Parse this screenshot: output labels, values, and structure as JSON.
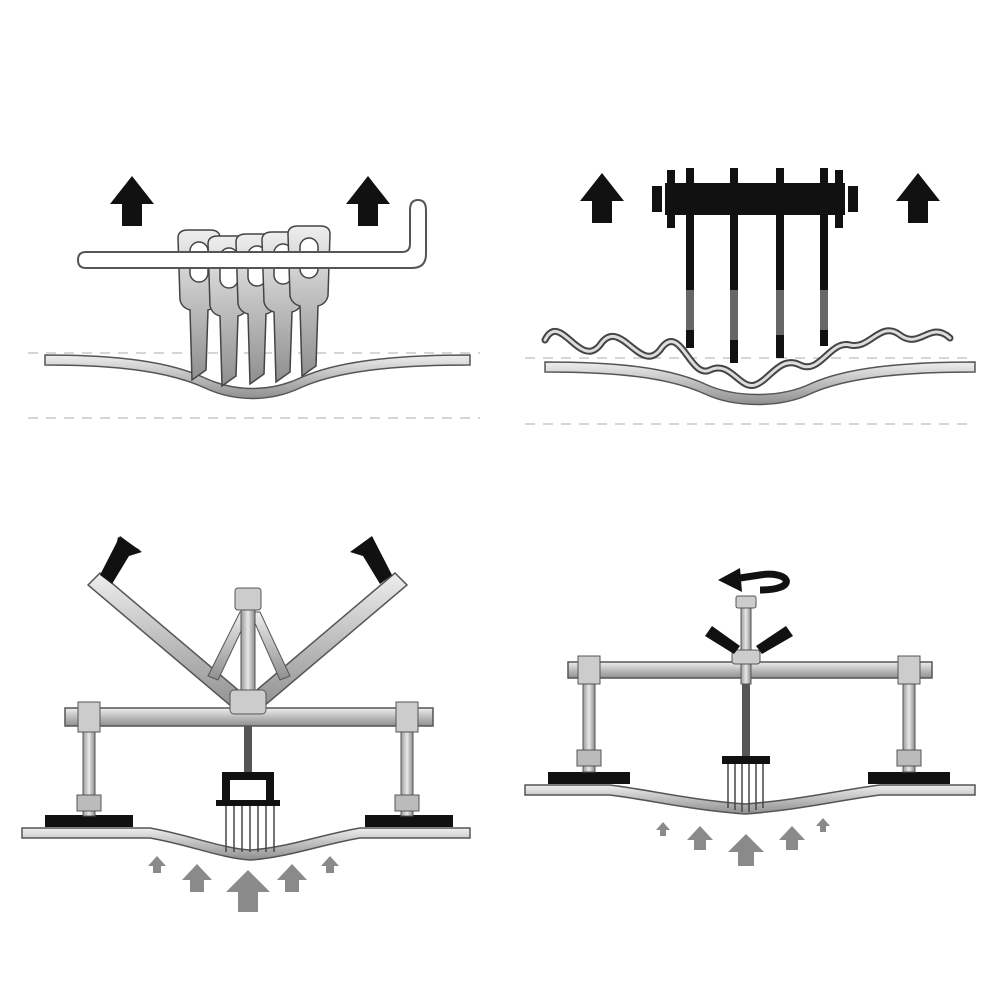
{
  "panels": [
    {
      "id": "hook-bar-puller",
      "tool": "slide-hammer-tabs-on-bar",
      "pull_direction": "up"
    },
    {
      "id": "glue-tab-bridge",
      "tool": "multi-tab-bridge-puller",
      "pull_direction": "up"
    },
    {
      "id": "lever-bridge-lifter",
      "tool": "lever-arm-bridge-lifter",
      "pull_direction": "up-outward"
    },
    {
      "id": "screw-bridge-lifter",
      "tool": "screw-knob-bridge-lifter",
      "pull_direction": "rotate-to-lift"
    }
  ],
  "colors": {
    "metal": "#c8c8c8",
    "metal_edge": "#555555",
    "arrow_dark": "#111111",
    "arrow_grey": "#8a8a8a",
    "dashed_line": "#c8c8c8"
  }
}
